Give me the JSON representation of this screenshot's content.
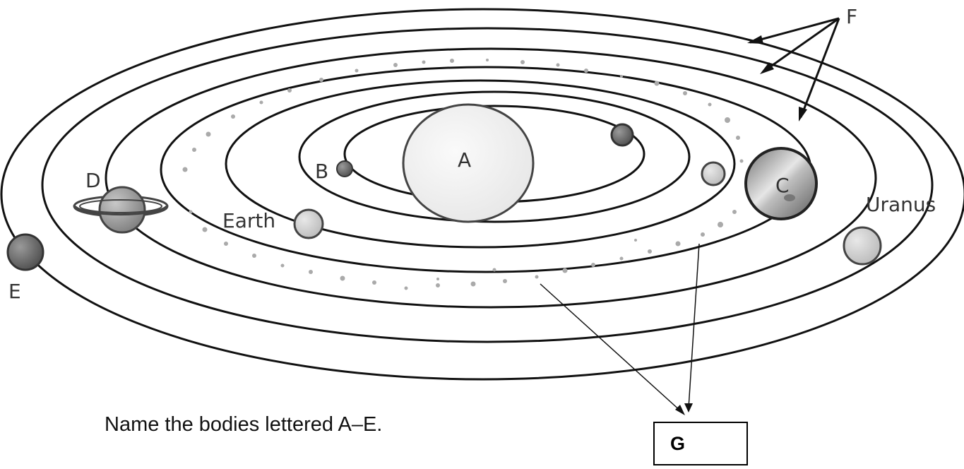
{
  "diagram": {
    "labels": {
      "A": "A",
      "B": "B",
      "C": "C",
      "D": "D",
      "E": "E",
      "F": "F",
      "G": "G",
      "earth": "Earth",
      "uranus": "Uranus"
    },
    "question": "Name the bodies lettered A–E.",
    "colors": {
      "orbit": "#000000",
      "asteroid": "#aaaaaa",
      "sun_fill": "#f2f2f2",
      "planet_gray": "#9a9a9a"
    }
  }
}
